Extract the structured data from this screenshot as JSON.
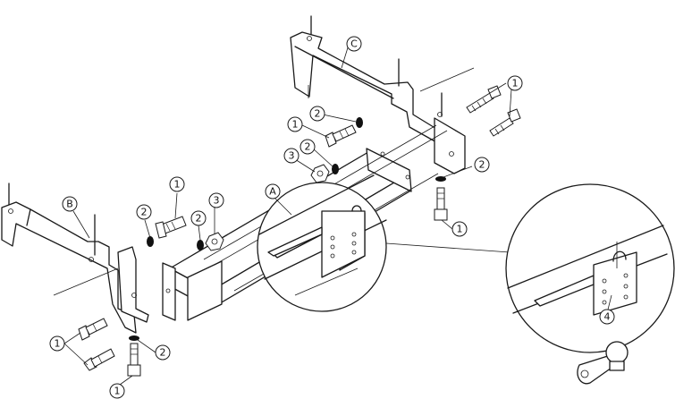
{
  "callouts": {
    "part_1": "1",
    "part_2": "2",
    "part_3": "3",
    "part_4": "4",
    "part_a": "A",
    "part_b": "B",
    "part_c": "C"
  },
  "colors": {
    "line": "#1a1a1a",
    "background": "#ffffff",
    "washer": "#111111"
  }
}
